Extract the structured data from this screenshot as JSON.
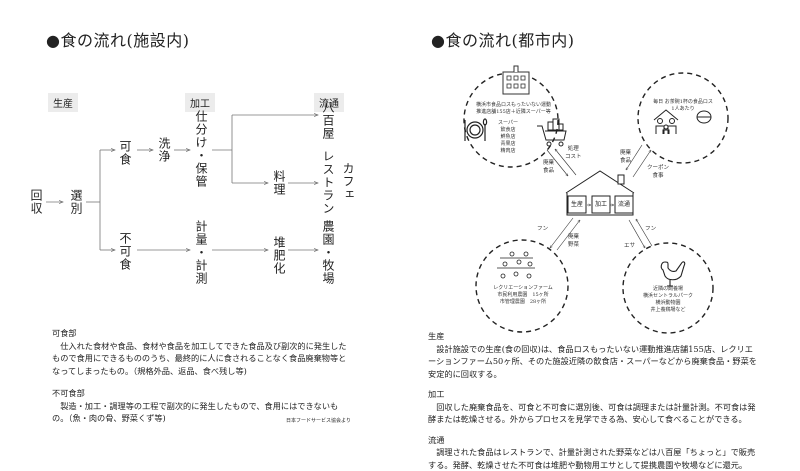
{
  "left": {
    "title": "●食の流れ(施設内)",
    "stages": [
      "生産",
      "加工",
      "流通"
    ],
    "nodes": {
      "collect": "回収",
      "sort": "選別",
      "edible": "可食",
      "wash": "洗浄",
      "store": "仕分け・保管",
      "cook": "料理",
      "greengrocer": "八百屋",
      "restaurant": "レストラン",
      "cafe": "カフェ",
      "inedible": "不可食",
      "measure": "計量・計測",
      "compost": "堆肥化",
      "farm": "農園・牧場"
    },
    "notes": [
      {
        "heading": "可食部",
        "body": "仕入れた食材や食品、食材や食品を加工してできた食品及び副次的に発生したもので食用にできるもののうち、最終的に人に食されることなく食品廃棄物等となってしまったもの。（規格外品、返品、食べ残し等)"
      },
      {
        "heading": "不可食部",
        "body": "製造・加工・調理等の工程で副次的に発生したもので、食用にはできないもの。（魚・肉の骨、野菜くず等)"
      }
    ],
    "source": "日本フードサービス協会より"
  },
  "right": {
    "title": "●食の流れ(都市内)",
    "house_boxes": [
      "生産",
      "加工",
      "流通"
    ],
    "circles": {
      "stores": {
        "lines": [
          "横浜市食品ロスもったいない運動",
          "推進店舗155店＋近隣スーパー等"
        ],
        "list": [
          "スーパー",
          "飲食店",
          "鮮魚店",
          "青果店",
          "精肉店"
        ]
      },
      "homes": {
        "lines": [
          "毎日 お茶碗1杯の食品ロス",
          "1人あたり"
        ]
      },
      "farms": {
        "lines": [
          "レクリエーションファーム",
          "市民利用農園　15ヶ所",
          "市管理農園　28ヶ所"
        ]
      },
      "livestock": {
        "lines": [
          "近隣の飼養場",
          "横浜セントラルパーク",
          "横浜動物園",
          "井上養鶏場など"
        ]
      }
    },
    "arrow_labels": {
      "stores_waste": [
        "廃棄",
        "食品"
      ],
      "stores_cost": [
        "処理",
        "コスト"
      ],
      "homes_waste": [
        "廃棄",
        "食品"
      ],
      "homes_coupon": [
        "クーポン",
        "食事"
      ],
      "farms_manure": "フン",
      "farms_veg": [
        "廃棄",
        "野菜"
      ],
      "livestock_manure": "フン",
      "livestock_feed": "エサ"
    },
    "notes": [
      {
        "heading": "生産",
        "body": "設計施設での生産(食の回収)は、食品ロスもったいない運動推進店舗155店、レクリエーションファーム50ヶ所、そのた施設近隣の飲食店・スーパーなどから廃棄食品・野菜を安定的に回収する。"
      },
      {
        "heading": "加工",
        "body": "回収した廃棄食品を、可食と不可食に選別後、可食は調理または計量計測。不可食は発酵または乾燥させる。外からプロセスを見学できる為、安心して食べることができる。"
      },
      {
        "heading": "流通",
        "body": "調理された食品はレストランで、計量計測された野菜などは八百屋「ちょっと」で販売する。発酵、乾燥させた不可食は堆肥や動物用エサとして提携農園や牧場などに還元。"
      }
    ]
  }
}
